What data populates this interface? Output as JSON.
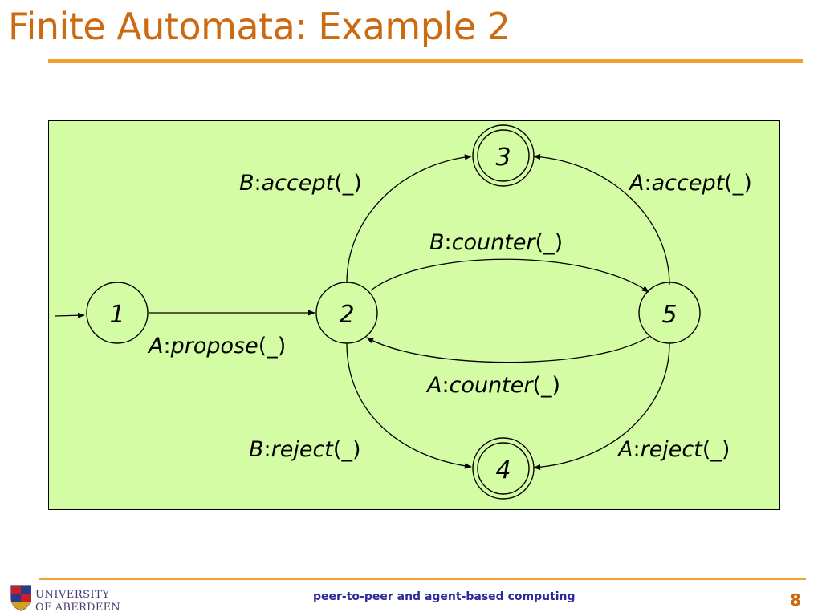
{
  "slide": {
    "title": "Finite Automata: Example 2",
    "footer_text": "peer-to-peer and agent-based computing",
    "page_number": "8",
    "logo": {
      "line1": "UNIVERSITY",
      "line2": "OF ABERDEEN"
    }
  },
  "diagram": {
    "states": [
      {
        "id": "1",
        "label": "1",
        "accepting": false,
        "initial": true
      },
      {
        "id": "2",
        "label": "2",
        "accepting": false,
        "initial": false
      },
      {
        "id": "3",
        "label": "3",
        "accepting": true,
        "initial": false
      },
      {
        "id": "4",
        "label": "4",
        "accepting": true,
        "initial": false
      },
      {
        "id": "5",
        "label": "5",
        "accepting": false,
        "initial": false
      }
    ],
    "transitions": [
      {
        "from": "1",
        "to": "2",
        "agent": "A",
        "sep": ":",
        "action": "propose",
        "args": "(_)"
      },
      {
        "from": "2",
        "to": "3",
        "agent": "B",
        "sep": ":",
        "action": "accept",
        "args": "(_)"
      },
      {
        "from": "5",
        "to": "3",
        "agent": "A",
        "sep": ":",
        "action": "accept",
        "args": "(_)"
      },
      {
        "from": "2",
        "to": "5",
        "agent": "B",
        "sep": ":",
        "action": "counter",
        "args": "(_)"
      },
      {
        "from": "5",
        "to": "2",
        "agent": "A",
        "sep": ":",
        "action": "counter",
        "args": "(_)"
      },
      {
        "from": "2",
        "to": "4",
        "agent": "B",
        "sep": ":",
        "action": "reject",
        "args": "(_)"
      },
      {
        "from": "5",
        "to": "4",
        "agent": "A",
        "sep": ":",
        "action": "reject",
        "args": "(_)"
      }
    ]
  }
}
